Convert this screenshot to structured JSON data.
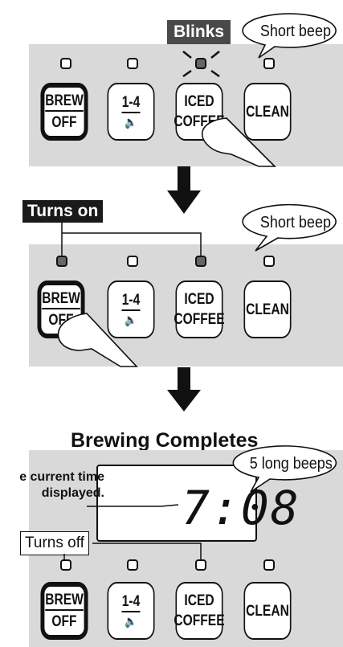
{
  "step1": {
    "callout_blinks": "Blinks",
    "bubble_beep": "Short beep",
    "buttons": [
      {
        "line1": "BREW",
        "line2": "OFF"
      },
      {
        "line1": "1-4",
        "line2": "🔈"
      },
      {
        "line1": "ICED",
        "line2": "COFFEE"
      },
      {
        "line1": "CLEAN",
        "line2": ""
      }
    ]
  },
  "step2": {
    "callout_turns_on": "Turns on",
    "bubble_beep": "Short beep",
    "buttons": [
      {
        "line1": "BREW",
        "line2": "OFF"
      },
      {
        "line1": "1-4",
        "line2": "🔈"
      },
      {
        "line1": "ICED",
        "line2": "COFFEE"
      },
      {
        "line1": "CLEAN",
        "line2": ""
      }
    ]
  },
  "step3": {
    "heading": "Brewing Completes",
    "time_label_line1": "e current time",
    "time_label_line2": "displayed.",
    "bubble_beeps": "5 long beeps",
    "display_time": "7:08",
    "callout_turns_off": "Turns off",
    "buttons": [
      {
        "line1": "BREW",
        "line2": "OFF"
      },
      {
        "line1": "1-4",
        "line2": "🔈"
      },
      {
        "line1": "ICED",
        "line2": "COFFEE"
      },
      {
        "line1": "CLEAN",
        "line2": ""
      }
    ]
  },
  "colors": {
    "panel": "#d9d9d9",
    "led_on": "#666666",
    "tag_dark": "#4a4a4a"
  }
}
